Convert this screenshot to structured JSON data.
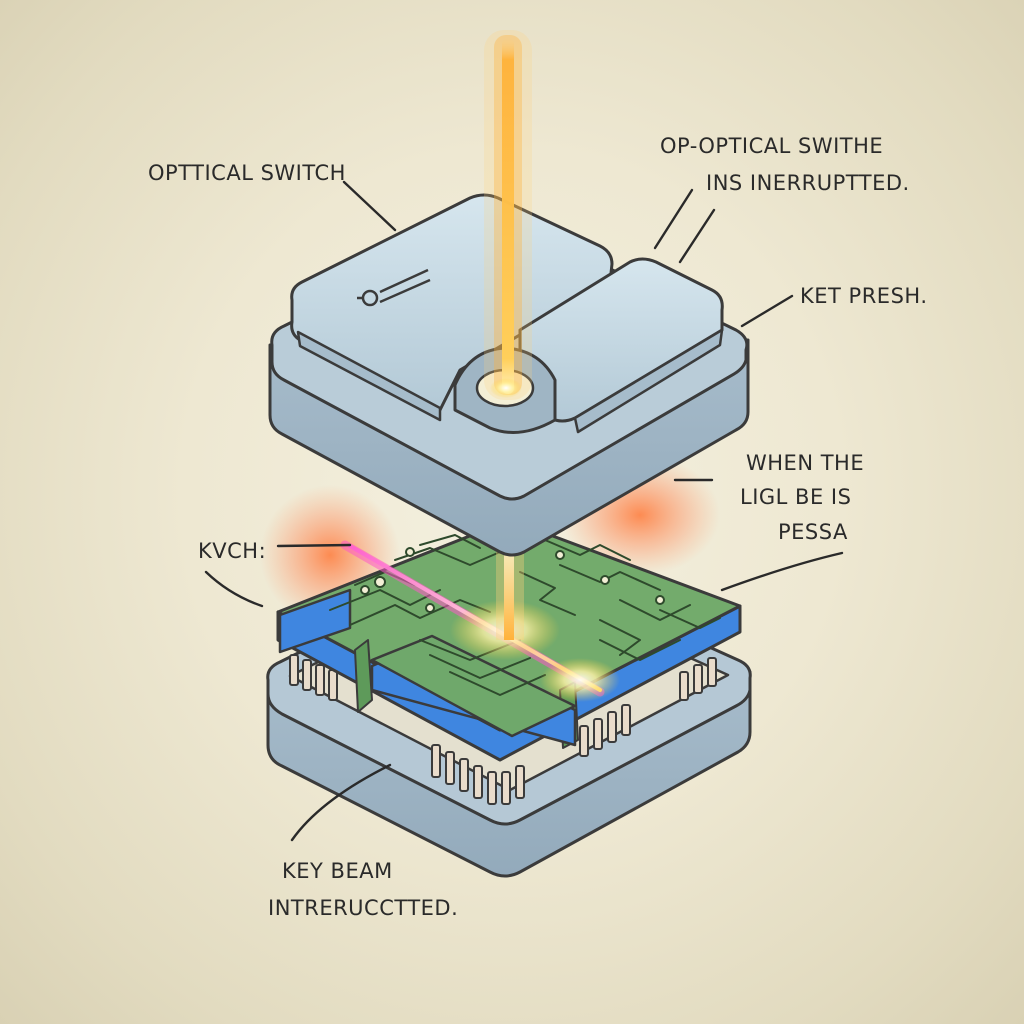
{
  "labels": {
    "optical_switch": "OPTTICAL SWITCH",
    "optical_interrupted_line1": "OP-OPTICAL SWITHE",
    "optical_interrupted_line2": "INS INERRUPTTED.",
    "key_press": "KET PRESH.",
    "when_line1": "WHEN THE",
    "when_line2": "LIGL BE IS",
    "when_line3": "PESSA",
    "kvch": "KVCH:",
    "key_beam_line1": "KEY BEAM",
    "key_beam_line2": "INTRERUCCTTED."
  },
  "colors": {
    "background": "#e9e3cc",
    "key_body": "#9db3c3",
    "key_top": "#c9dbe5",
    "pcb_green": "#6fa86b",
    "pcb_blue": "#3f86e0",
    "beam_orange": "#ffb23a",
    "beam_pink": "#ff5fa0"
  }
}
